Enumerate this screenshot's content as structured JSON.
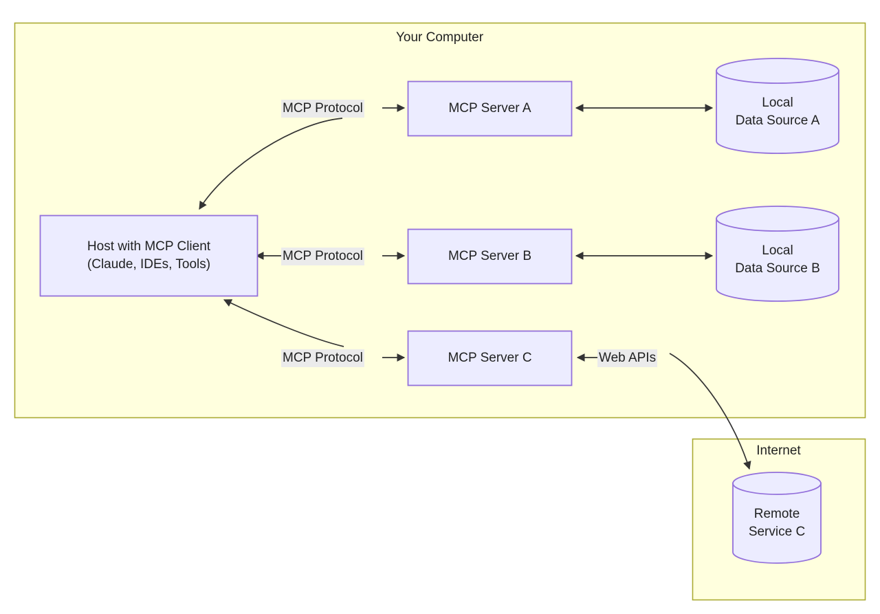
{
  "diagram": {
    "type": "mcp-architecture-flowchart",
    "colors": {
      "cluster_fill": "#ffffde",
      "cluster_stroke": "#aaaa33",
      "node_fill": "#ececff",
      "node_stroke": "#9370db",
      "edge_stroke": "#333333",
      "label_bg": "#ebebeb",
      "text": "#1f2020"
    },
    "clusters": [
      {
        "id": "your-computer",
        "title": "Your Computer"
      },
      {
        "id": "internet",
        "title": "Internet"
      }
    ],
    "nodes": [
      {
        "id": "host",
        "shape": "rect",
        "lines": [
          "Host with MCP Client",
          "(Claude, IDEs, Tools)"
        ]
      },
      {
        "id": "server-a",
        "shape": "rect",
        "lines": [
          "MCP Server A"
        ]
      },
      {
        "id": "server-b",
        "shape": "rect",
        "lines": [
          "MCP Server B"
        ]
      },
      {
        "id": "server-c",
        "shape": "rect",
        "lines": [
          "MCP Server C"
        ]
      },
      {
        "id": "data-source-a",
        "shape": "cylinder",
        "lines": [
          "Local",
          "Data Source A"
        ]
      },
      {
        "id": "data-source-b",
        "shape": "cylinder",
        "lines": [
          "Local",
          "Data Source B"
        ]
      },
      {
        "id": "remote-service-c",
        "shape": "cylinder",
        "lines": [
          "Remote",
          "Service C"
        ]
      }
    ],
    "edge_labels": [
      {
        "id": "mcp-protocol-a",
        "text": "MCP Protocol"
      },
      {
        "id": "mcp-protocol-b",
        "text": "MCP Protocol"
      },
      {
        "id": "mcp-protocol-c",
        "text": "MCP Protocol"
      },
      {
        "id": "web-apis",
        "text": "Web APIs"
      }
    ],
    "edges": [
      {
        "from": "host",
        "to": "server-a",
        "label": "MCP Protocol",
        "direction": "forward"
      },
      {
        "from": "host",
        "to": "server-b",
        "label": "MCP Protocol",
        "direction": "both"
      },
      {
        "from": "host",
        "to": "server-c",
        "label": "MCP Protocol",
        "direction": "forward"
      },
      {
        "from": "server-a",
        "to": "data-source-a",
        "label": "",
        "direction": "both"
      },
      {
        "from": "server-b",
        "to": "data-source-b",
        "label": "",
        "direction": "both"
      },
      {
        "from": "server-c",
        "to": "remote-service-c",
        "label": "Web APIs",
        "direction": "forward"
      }
    ]
  }
}
